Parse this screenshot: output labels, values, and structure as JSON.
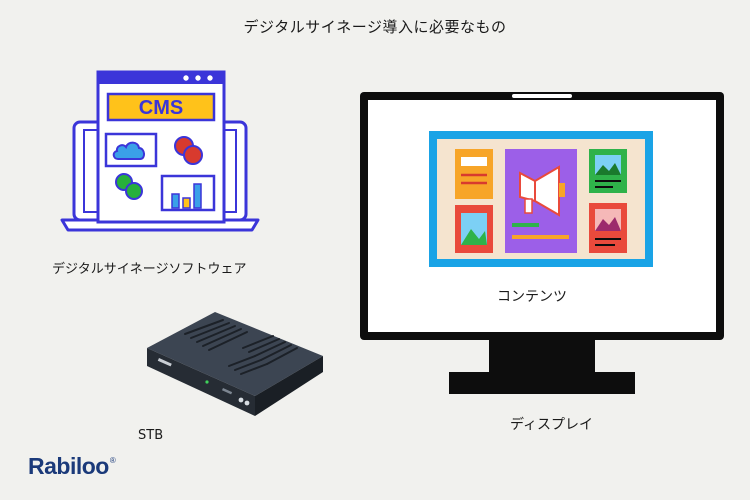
{
  "title": "デジタルサイネージ導入に必要なもの",
  "cms": {
    "badge": "CMS",
    "label": "デジタルサイネージソフトウェア"
  },
  "stb": {
    "label": "STB"
  },
  "contents": {
    "label": "コンテンツ"
  },
  "display": {
    "label": "ディスプレイ"
  },
  "brand": {
    "logo": "Rabiloo",
    "mark": "®"
  },
  "colors": {
    "background": "#f1f1ee",
    "cms_blue": "#3b35d9",
    "cms_yellow": "#ffc21a",
    "accent_red": "#d83a2e",
    "accent_green": "#27b03c",
    "screen_blue": "#1aa3e6",
    "promo_purple": "#9c5fe8",
    "monitor_black": "#0d0d0d",
    "stb_body": "#303843",
    "logo_navy": "#1b3a7a"
  },
  "icons": {
    "cms": "laptop-cms-icon",
    "stb": "set-top-box-icon",
    "display": "monitor-icon",
    "contents": "signage-content-icon"
  }
}
